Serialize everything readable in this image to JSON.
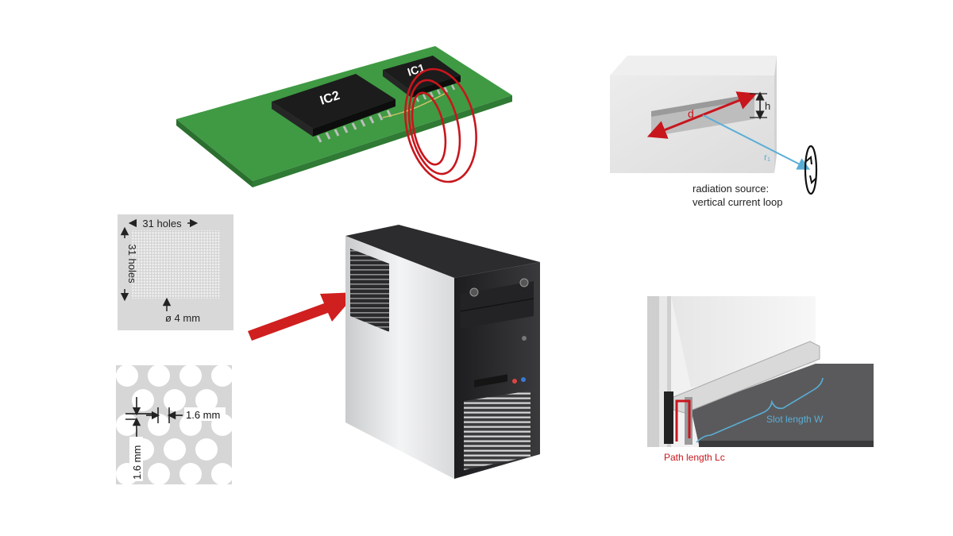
{
  "pcb": {
    "chip_left": "IC2",
    "chip_right": "IC1"
  },
  "slot_diagram": {
    "length_label": "d",
    "height_label": "h",
    "distance_label": "r₁",
    "source_line1": "radiation source:",
    "source_line2": "vertical current loop"
  },
  "hole_grid": {
    "columns_label": "31 holes",
    "rows_label": "31 holes",
    "diameter_label": "ø 4 mm"
  },
  "perforation": {
    "web_label": "1.6 mm",
    "pitch_label": "1.6 mm"
  },
  "seam": {
    "slot_label": "Slot length W",
    "path_label": "Path length Lc"
  },
  "colors": {
    "pcb_green": "#3f9a43",
    "field_red": "#c8161d",
    "measure_blue": "#5aaed6",
    "arrow_red": "#d01f1f"
  },
  "icons": [
    "pcb-board",
    "current-loop",
    "computer-tower",
    "red-arrow"
  ]
}
